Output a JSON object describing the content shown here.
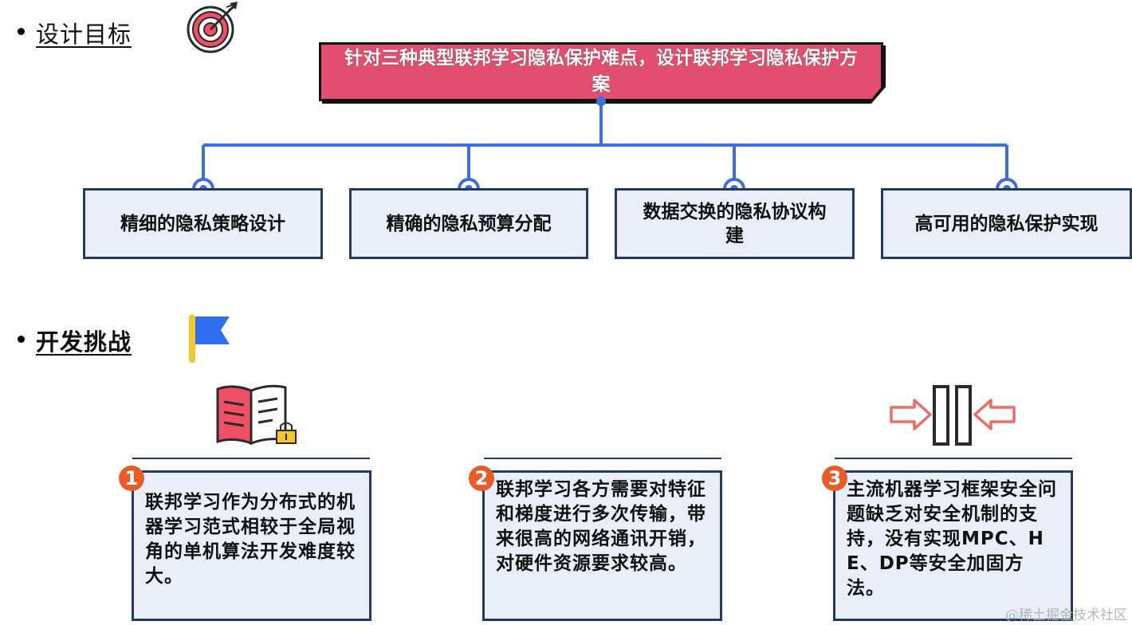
{
  "sections": {
    "goal_heading": "设计目标",
    "challenge_heading": "开发挑战"
  },
  "goal": {
    "main": "针对三种典型联邦学习隐私保护难点，设计联邦学习隐私保护方案",
    "sub_items": [
      {
        "label": "精细的隐私策略设计"
      },
      {
        "label": "精确的隐私预算分配"
      },
      {
        "label": "数据交换的隐私协议构建"
      },
      {
        "label": "高可用的隐私保护实现"
      }
    ]
  },
  "challenges": [
    {
      "number": "1",
      "icon": "locked-book-icon",
      "text": "联邦学习作为分布式的机器学习范式相较于全局视角的单机算法开发难度较大。"
    },
    {
      "number": "2",
      "icon": "",
      "text": "联邦学习各方需要对特征和梯度进行多次传输，带来很高的网络通讯开销，对硬件资源要求较高。"
    },
    {
      "number": "3",
      "icon": "compression-arrows-icon",
      "text": "主流机器学习框架安全问题缺乏对安全机制的支持，没有实现MPC、HE、DP等安全加固方法。"
    }
  ],
  "watermark": "@稀土掘金技术社区",
  "colors": {
    "accent_pink": "#e34d6f",
    "connector_blue": "#3e6fd8",
    "box_fill": "#e9eef9",
    "box_border": "#223a66",
    "badge_orange": "#ea5b2a"
  }
}
